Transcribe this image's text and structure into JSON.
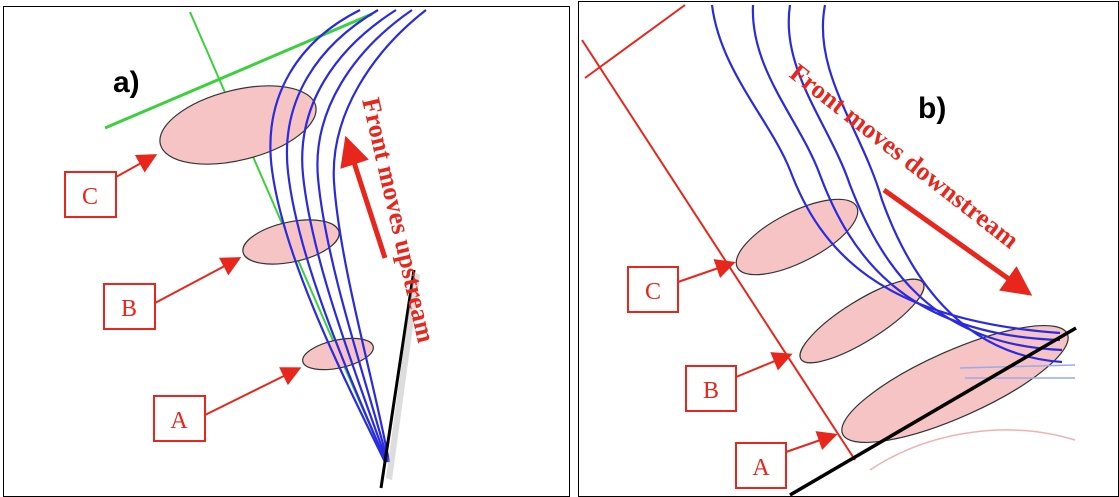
{
  "panel_a": {
    "label": "a)",
    "annotation": "Front moves upstream",
    "boxes": [
      "C",
      "B",
      "A"
    ]
  },
  "panel_b": {
    "label": "b)",
    "annotation": "Front moves downstream",
    "boxes": [
      "C",
      "B",
      "A"
    ]
  },
  "colors": {
    "contour": "#2a2ae0",
    "green": "#3bd13b",
    "red": "#e8261c",
    "ellipse_fill": "#f6c4c4",
    "black": "#000000"
  }
}
